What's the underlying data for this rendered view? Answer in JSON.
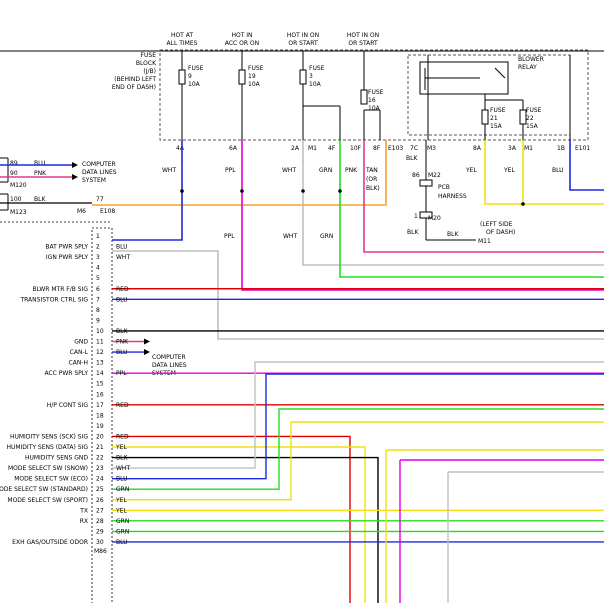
{
  "colors": {
    "BLU": "#1a2adf",
    "PNK": "#e0307a",
    "WHT": "#c0c0c0",
    "BLK": "#000000",
    "PPL": "#e000e0",
    "GRN": "#22dd22",
    "YEL": "#f0e010",
    "RED": "#e00000",
    "ORN": "#f5a030",
    "MAG": "#e03a8c"
  },
  "top_labels": [
    {
      "l1": "HOT AT",
      "l2": "ALL TIMES"
    },
    {
      "l1": "HOT IN",
      "l2": "ACC OR ON"
    },
    {
      "l1": "HOT IN ON",
      "l2": "OR START"
    },
    {
      "l1": "HOT IN ON",
      "l2": "OR START"
    }
  ],
  "fuse_block": [
    "FUSE",
    "BLOCK",
    "(J/B)",
    "(BEHIND LEFT",
    "END OF DASH)"
  ],
  "fuses": [
    {
      "l1": "FUSE",
      "l2": "9",
      "l3": "10A"
    },
    {
      "l1": "FUSE",
      "l2": "19",
      "l3": "10A"
    },
    {
      "l1": "FUSE",
      "l2": "3",
      "l3": "10A"
    },
    {
      "l1": "FUSE",
      "l2": "16",
      "l3": "10A"
    },
    {
      "l1": "FUSE",
      "l2": "21",
      "l3": "15A"
    },
    {
      "l1": "FUSE",
      "l2": "22",
      "l3": "15A"
    }
  ],
  "relay": {
    "l1": "BLOWER",
    "l2": "RELAY"
  },
  "fuse_terms": [
    "4A",
    "6A",
    "2A",
    "M1",
    "4F",
    "10F",
    "8F",
    "E103",
    "7C",
    "M3",
    "8A",
    "3A",
    "M1",
    "1B",
    "E101"
  ],
  "wire_colors": [
    "WHT",
    "PPL",
    "WHT",
    "GRN",
    "PNK",
    "TAN",
    "(OR",
    "BLK)",
    "BLK",
    "YEL",
    "YEL",
    "BLU",
    "WHT",
    "GRN",
    "PPL",
    "BLK"
  ],
  "pcb": {
    "pin": "86",
    "conn": "M22",
    "l1": "PCB",
    "l2": "HARNESS",
    "pin2": "1",
    "conn2": "M20"
  },
  "ground": {
    "wire": "BLK",
    "conn": "M11",
    "l1": "(LEFT SIDE",
    "l2": "OF DASH)"
  },
  "left_pins": [
    {
      "n": "89",
      "c": "BLU"
    },
    {
      "n": "90",
      "c": "PNK"
    },
    {
      "n": "100",
      "c": "BLK"
    }
  ],
  "left_conns": [
    "M120",
    "M123",
    "M6",
    "E108"
  ],
  "computer1": [
    "COMPUTER",
    "DATA LINES",
    "SYSTEM"
  ],
  "computer2": [
    "COMPUTER",
    "DATA LINES",
    "SYSTEM"
  ],
  "top_pin": {
    "n": "77"
  },
  "pins": [
    {
      "n": "1",
      "label": "",
      "c": ""
    },
    {
      "n": "2",
      "label": "BAT PWR SPLY",
      "c": "BLU"
    },
    {
      "n": "3",
      "label": "IGN PWR SPLY",
      "c": "WHT"
    },
    {
      "n": "4",
      "label": "",
      "c": ""
    },
    {
      "n": "5",
      "label": "",
      "c": ""
    },
    {
      "n": "6",
      "label": "BLWR MTR F/B SIG",
      "c": "RED"
    },
    {
      "n": "7",
      "label": "TRANSISTOR CTRL SIG",
      "c": "BLU"
    },
    {
      "n": "8",
      "label": "",
      "c": ""
    },
    {
      "n": "9",
      "label": "",
      "c": ""
    },
    {
      "n": "10",
      "label": "",
      "c": "BLK"
    },
    {
      "n": "11",
      "label": "GND",
      "c": "PNK"
    },
    {
      "n": "12",
      "label": "CAN-L",
      "c": "BLU"
    },
    {
      "n": "13",
      "label": "CAN-H",
      "c": ""
    },
    {
      "n": "14",
      "label": "ACC PWR SPLY",
      "c": "PPL"
    },
    {
      "n": "15",
      "label": "",
      "c": ""
    },
    {
      "n": "16",
      "label": "",
      "c": ""
    },
    {
      "n": "17",
      "label": "H/P CONT SIG",
      "c": "RED"
    },
    {
      "n": "18",
      "label": "",
      "c": ""
    },
    {
      "n": "19",
      "label": "",
      "c": ""
    },
    {
      "n": "20",
      "label": "HUMIDITY SENS (SCK) SIG",
      "c": "RED"
    },
    {
      "n": "21",
      "label": "HUMIDITY SENS (DATA) SIG",
      "c": "YEL"
    },
    {
      "n": "22",
      "label": "HUMIDITY SENS GND",
      "c": "BLK"
    },
    {
      "n": "23",
      "label": "MODE SELECT SW (SNOW)",
      "c": "WHT"
    },
    {
      "n": "24",
      "label": "MODE SELECT SW (ECO)",
      "c": "BLU"
    },
    {
      "n": "25",
      "label": "MODE SELECT SW (STANDARD)",
      "c": "GRN"
    },
    {
      "n": "26",
      "label": "MODE SELECT SW (SPORT)",
      "c": "YEL"
    },
    {
      "n": "27",
      "label": "TX",
      "c": "YEL"
    },
    {
      "n": "28",
      "label": "RX",
      "c": "GRN"
    },
    {
      "n": "29",
      "label": "",
      "c": "GRN"
    },
    {
      "n": "30",
      "label": "EXH GAS/OUTSIDE ODOR",
      "c": "BLU"
    }
  ],
  "m86": "M86",
  "mid_labels": {
    "wht": "WHT",
    "grn": "GRN",
    "ppl": "PPL"
  }
}
